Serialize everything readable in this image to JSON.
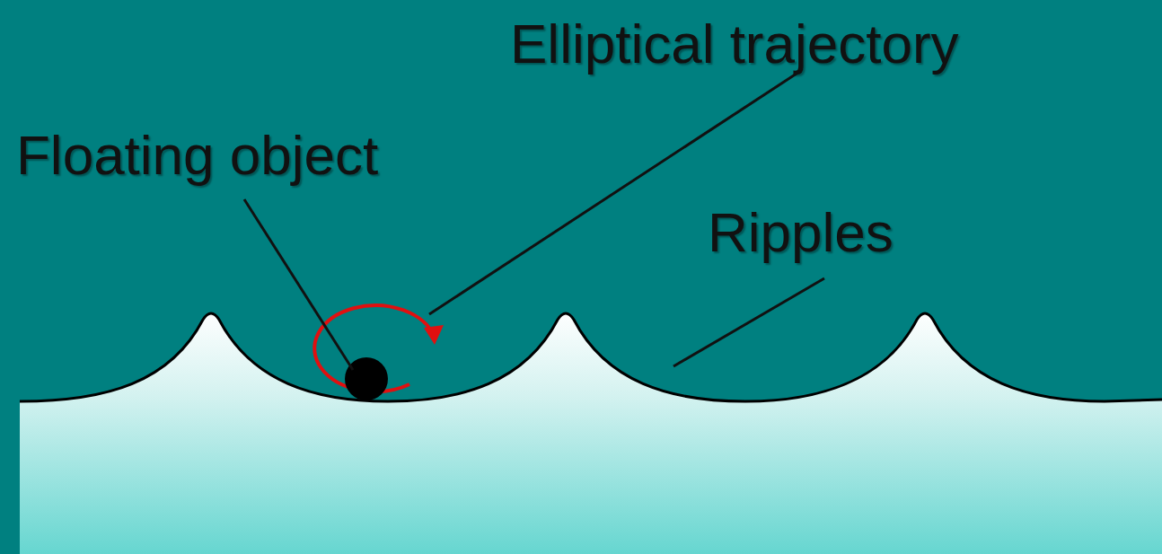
{
  "diagram": {
    "labels": [
      "Floating object",
      "Elliptical trajectory",
      "Ripples"
    ]
  }
}
